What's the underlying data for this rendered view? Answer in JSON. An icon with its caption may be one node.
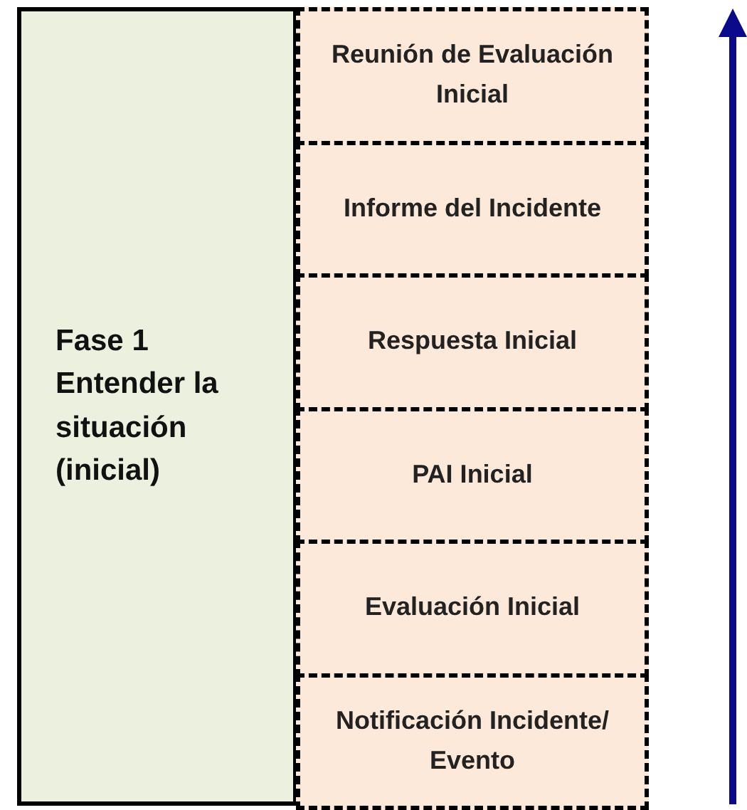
{
  "diagram": {
    "nodes": [
      {
        "text": [
          "Fase 1 Entender la situación (inicial)"
        ]
      },
      {
        "text": [
          "Reunión de Evaluación Inicial"
        ]
      },
      {
        "text": [
          "Informe del Incidente"
        ]
      },
      {
        "text": [
          "Respuesta Inicial"
        ]
      },
      {
        "text": [
          "PAI Inicial"
        ]
      },
      {
        "text": [
          "Evaluación Inicial"
        ]
      },
      {
        "text": [
          "Notificación Incidente/ Evento"
        ]
      }
    ]
  }
}
